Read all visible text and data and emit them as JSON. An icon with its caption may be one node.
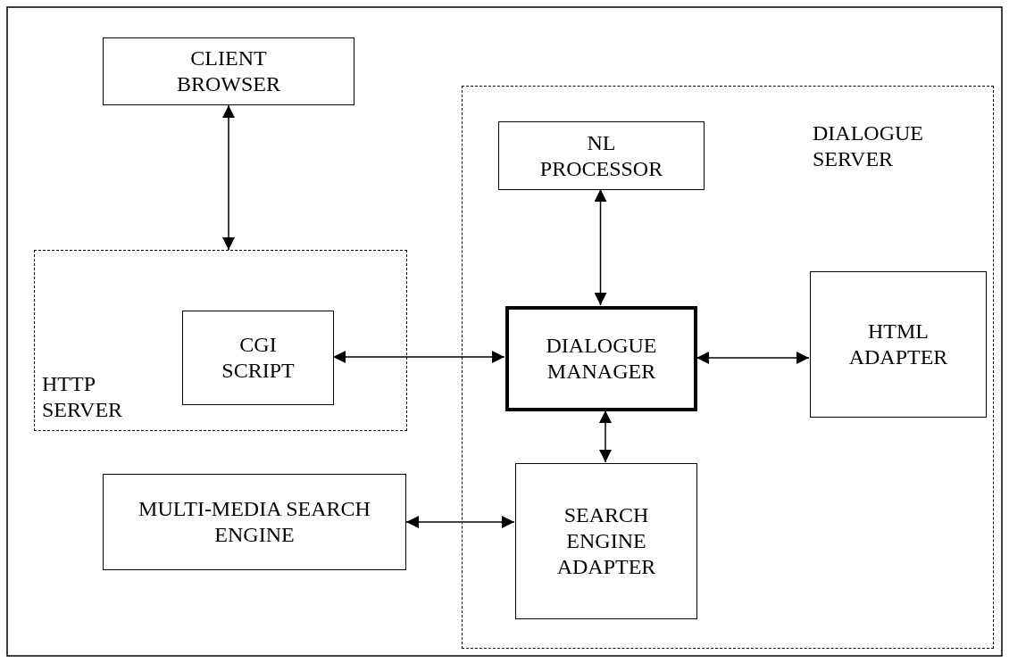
{
  "diagram": {
    "nodes": [
      {
        "text": [
          "CLIENT BROWSER"
        ]
      },
      {
        "text": [
          "DIALOGUE SERVER"
        ]
      },
      {
        "text": [
          "NL PROCESSOR"
        ],
        "in": 1
      },
      {
        "text": [
          "HTTP SERVER"
        ]
      },
      {
        "text": [
          "CGI SCRIPT"
        ],
        "in": 3
      },
      {
        "text": [
          "DIALOGUE MANAGER"
        ],
        "in": 1
      },
      {
        "text": [
          "HTML ADAPTER"
        ],
        "in": 1
      },
      {
        "text": [
          "MULTI-MEDIA SEARCH ENGINE"
        ]
      },
      {
        "text": [
          "SEARCH ENGINE ADAPTER"
        ],
        "in": 1
      }
    ],
    "edges": [
      {
        "from": 0,
        "to": 3,
        "arrow": "both"
      },
      {
        "from": 2,
        "to": 5,
        "arrow": "both"
      },
      {
        "from": 4,
        "to": 5,
        "arrow": "both"
      },
      {
        "from": 5,
        "to": 6,
        "arrow": "both"
      },
      {
        "from": 5,
        "to": 8,
        "arrow": "both"
      },
      {
        "from": 7,
        "to": 8,
        "arrow": "both"
      }
    ]
  }
}
